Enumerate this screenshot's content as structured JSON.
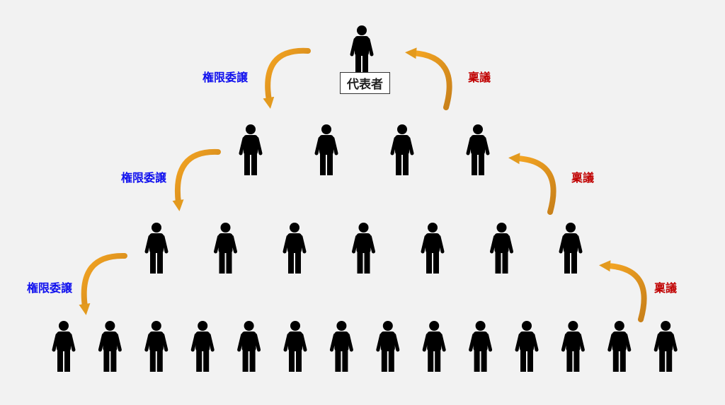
{
  "representative_label": "代表者",
  "hierarchy_rows": [
    1,
    4,
    7,
    14
  ],
  "labels": {
    "delegation": [
      "権限委譲",
      "権限委譲",
      "権限委譲"
    ],
    "approval_request": [
      "稟議",
      "稟議",
      "稟議"
    ]
  },
  "colors": {
    "delegation_text": "#1010ee",
    "approval_text": "#c00000",
    "arrow": "#e8a020",
    "person": "#000000"
  }
}
